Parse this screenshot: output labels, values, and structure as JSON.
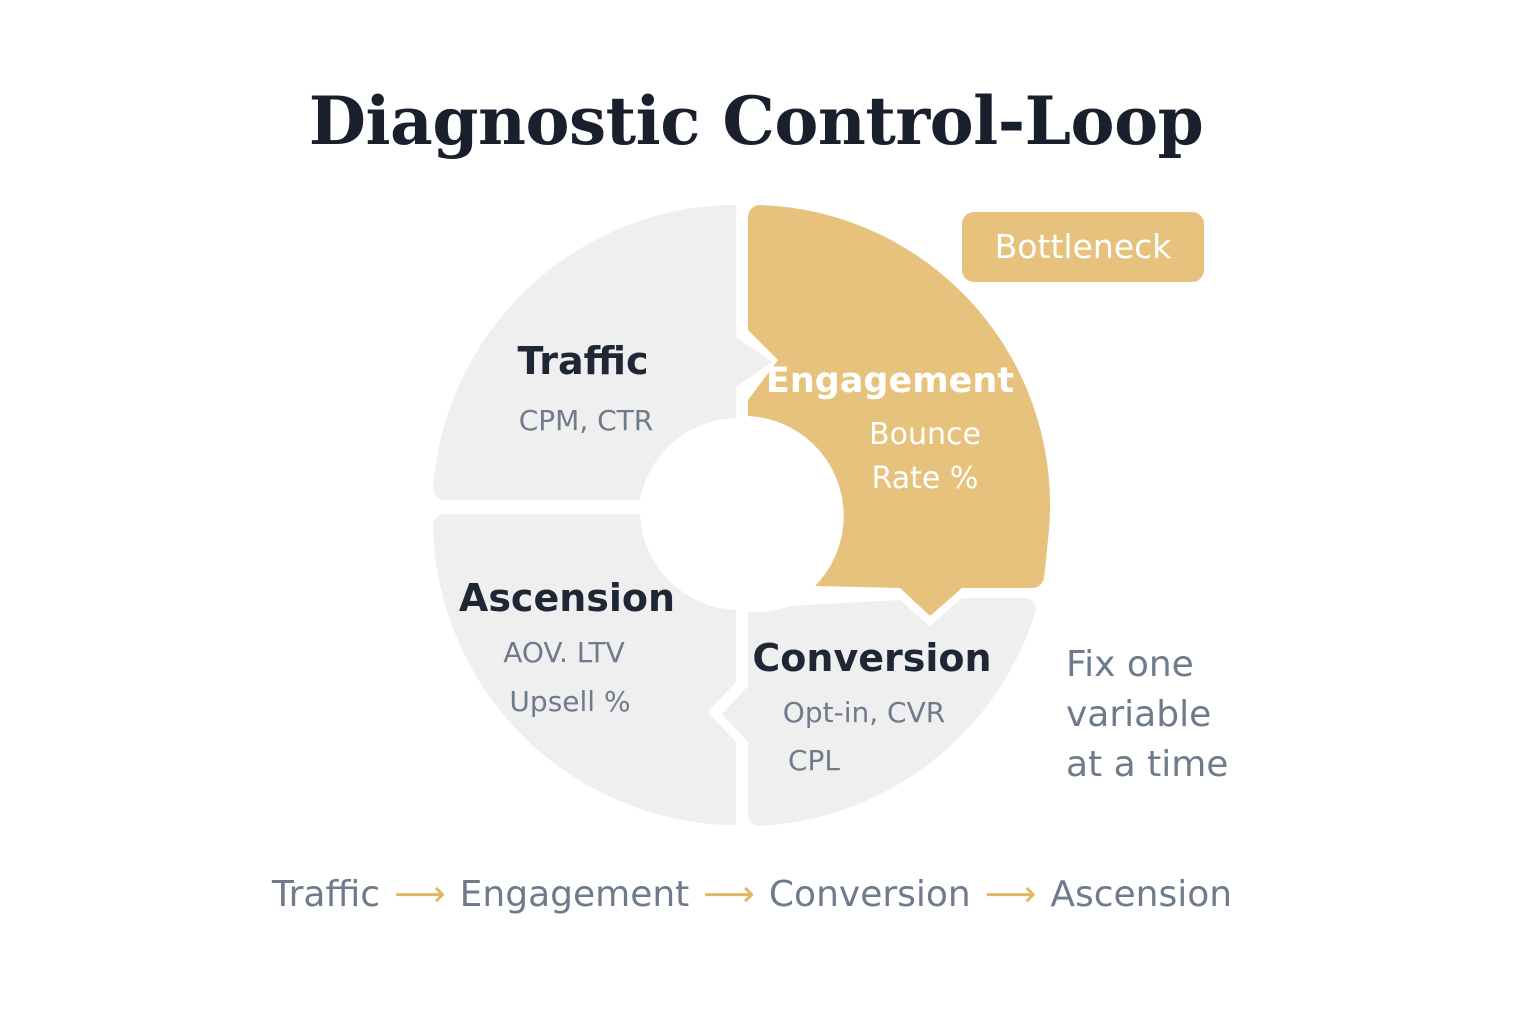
{
  "title": "Diagnostic Control-Loop",
  "badge": "Bottleneck",
  "note": [
    "Fix one",
    "variable",
    "at a time"
  ],
  "colors": {
    "segment_default": "#efefef",
    "segment_highlight": "#e6c27c",
    "arrow": "#e0b865",
    "title_text": "#1a1f2e",
    "muted_text": "#6f7a8c"
  },
  "segments": [
    {
      "name": "Traffic",
      "metrics": [
        "CPM, CTR"
      ],
      "highlight": false
    },
    {
      "name": "Engagement",
      "metrics": [
        "Bounce",
        "Rate %"
      ],
      "highlight": true
    },
    {
      "name": "Conversion",
      "metrics": [
        "Opt-in, CVR",
        "CPL"
      ],
      "highlight": false
    },
    {
      "name": "Ascension",
      "metrics": [
        "AOV. LTV",
        "Upsell %"
      ],
      "highlight": false
    }
  ],
  "flow": [
    "Traffic",
    "Engagement",
    "Conversion",
    "Ascension"
  ]
}
